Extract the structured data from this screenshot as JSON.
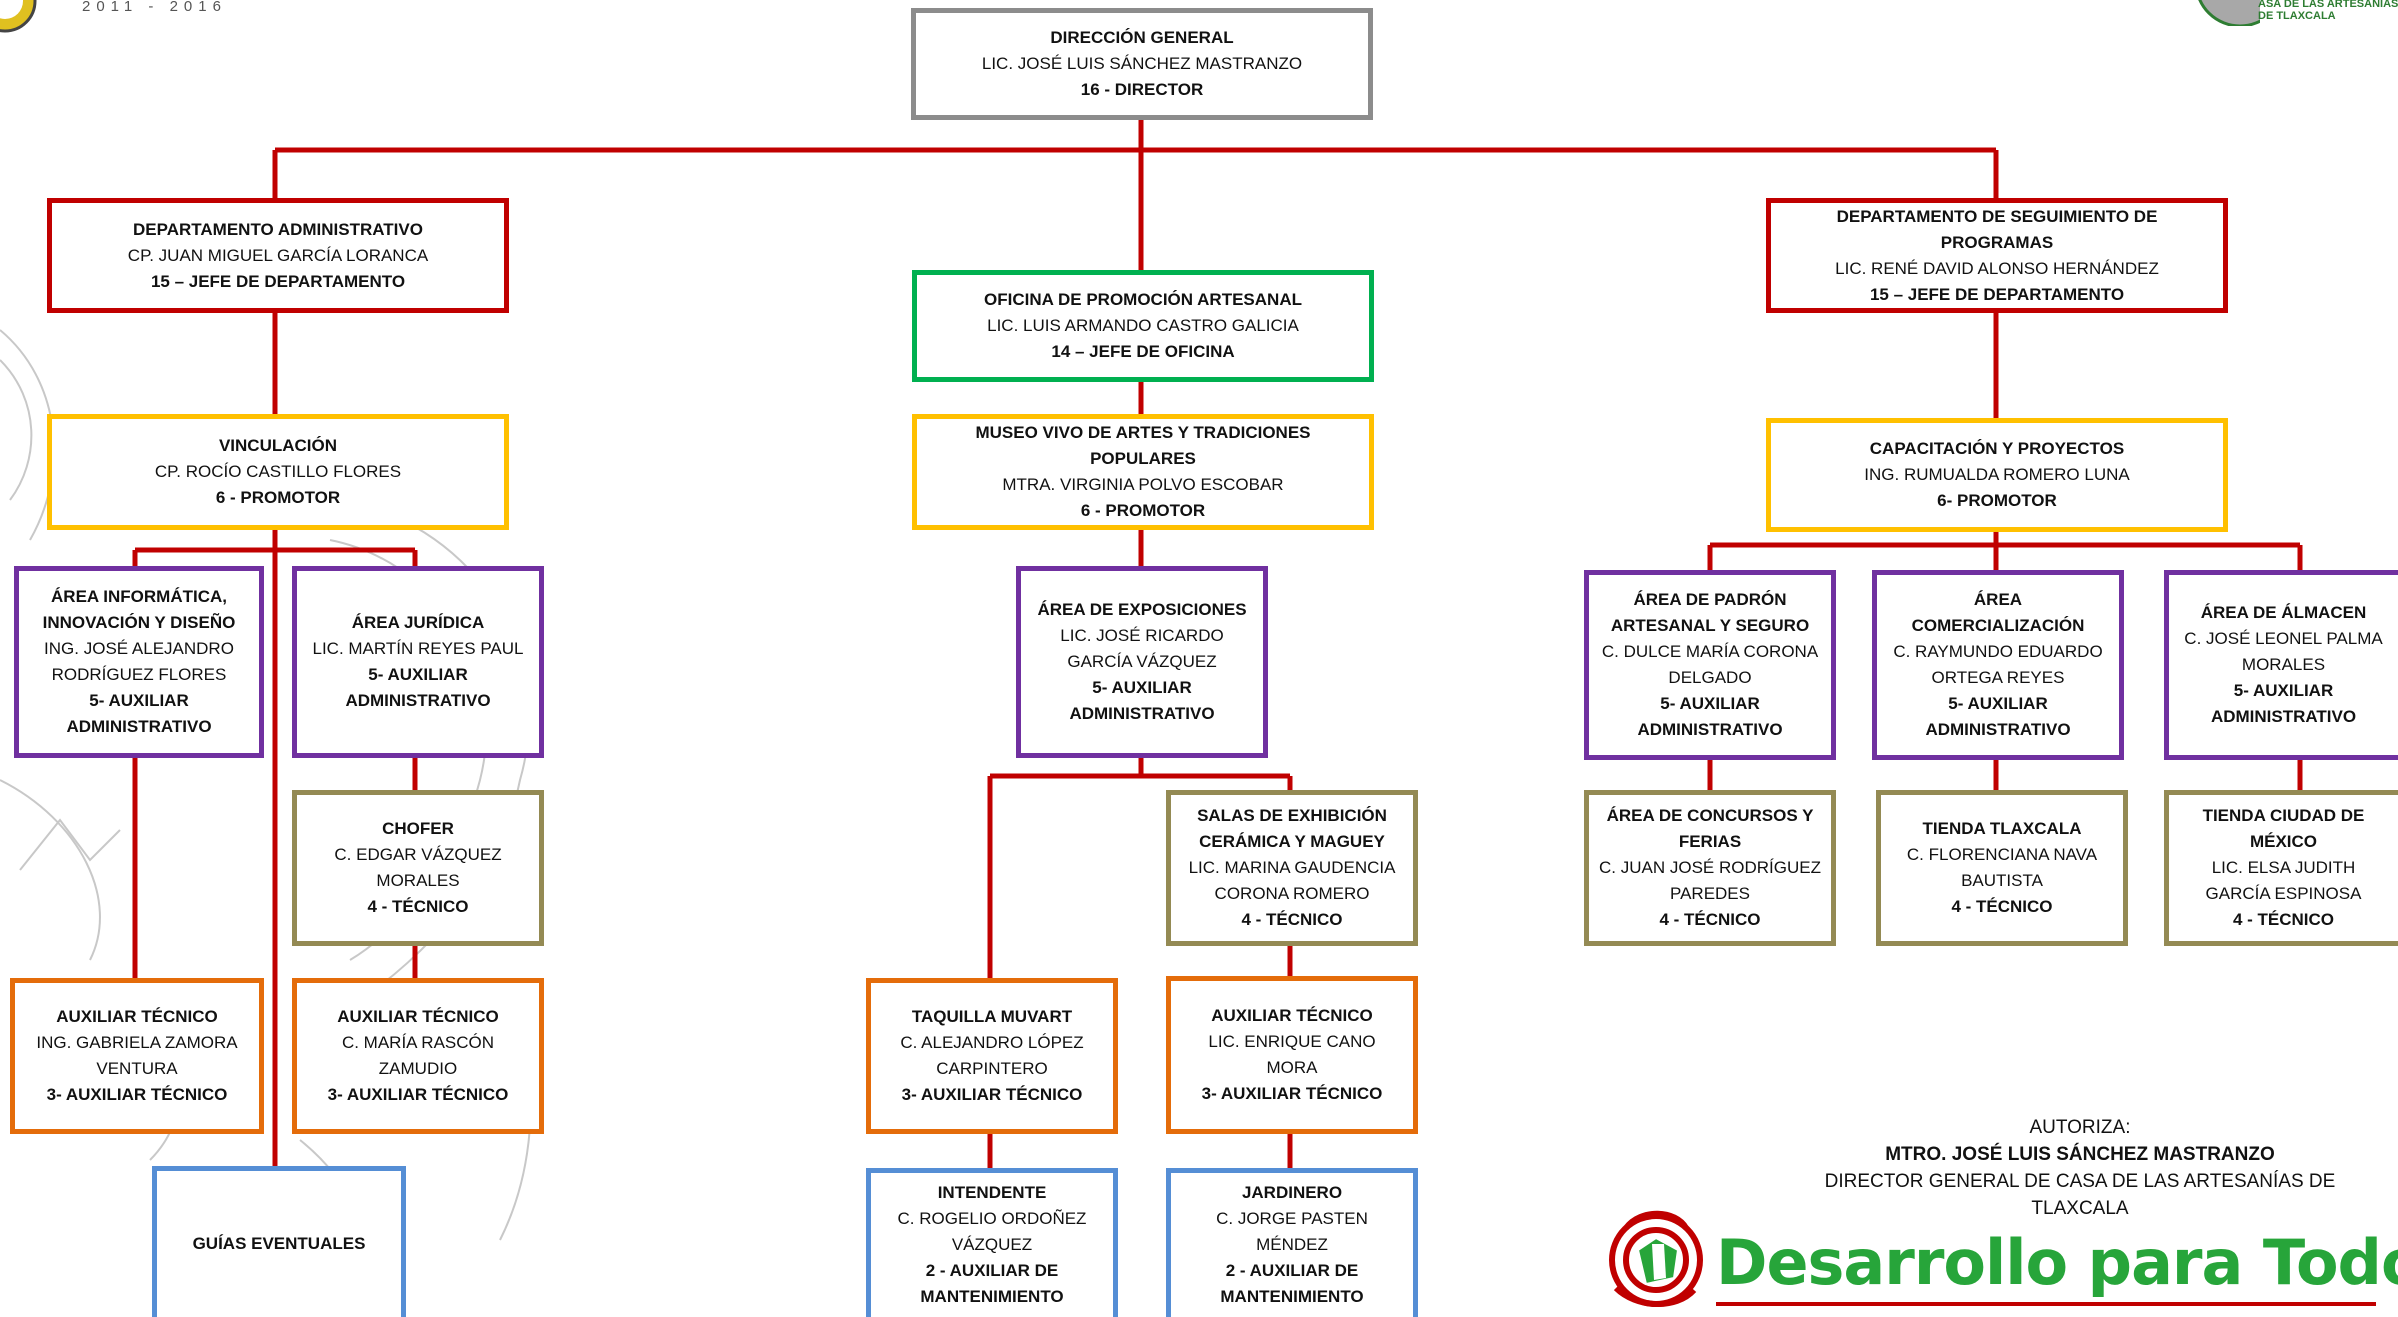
{
  "header": {
    "years": "2011 - 2016",
    "logo_right_text": "ASA DE LAS ARTESANÍAS\nDE TLAXCALA"
  },
  "boxes": {
    "direccion": {
      "title": "DIRECCIÓN GENERAL",
      "name": "LIC. JOSÉ LUIS SÁNCHEZ MASTRANZO",
      "position": "16 - DIRECTOR",
      "color": "#8c8c8c"
    },
    "dep_admin": {
      "title": "DEPARTAMENTO ADMINISTRATIVO",
      "name": "CP. JUAN MIGUEL GARCÍA LORANCA",
      "position": "15 – JEFE DE DEPARTAMENTO",
      "color": "#c00000"
    },
    "oficina_promocion": {
      "title": "OFICINA DE PROMOCIÓN ARTESANAL",
      "name": "LIC. LUIS ARMANDO CASTRO GALICIA",
      "position": "14 – JEFE DE OFICINA",
      "color": "#00b050"
    },
    "dep_seguimiento": {
      "title": "DEPARTAMENTO DE SEGUIMIENTO DE PROGRAMAS",
      "name": "LIC. RENÉ DAVID ALONSO HERNÁNDEZ",
      "position": "15 – JEFE DE DEPARTAMENTO",
      "color": "#c00000"
    },
    "vinculacion": {
      "title": "VINCULACIÓN",
      "name": "CP. ROCÍO CASTILLO FLORES",
      "position": "6 - PROMOTOR",
      "color": "#ffc000"
    },
    "museo": {
      "title": "MUSEO VIVO DE ARTES Y TRADICIONES POPULARES",
      "name": "MTRA. VIRGINIA POLVO ESCOBAR",
      "position": "6 - PROMOTOR",
      "color": "#ffc000"
    },
    "capacitacion": {
      "title": "CAPACITACIÓN Y PROYECTOS",
      "name": "ING. RUMUALDA ROMERO LUNA",
      "position": "6- PROMOTOR",
      "color": "#ffc000"
    },
    "area_informatica": {
      "title": "ÁREA INFORMÁTICA, INNOVACIÓN Y DISEÑO",
      "name": "ING. JOSÉ ALEJANDRO RODRÍGUEZ FLORES",
      "position": "5- AUXILIAR ADMINISTRATIVO",
      "color": "#7030a0"
    },
    "area_juridica": {
      "title": "ÁREA JURÍDICA",
      "name": "LIC. MARTÍN REYES PAUL",
      "position": "5- AUXILIAR ADMINISTRATIVO",
      "color": "#7030a0"
    },
    "area_exposiciones": {
      "title": "ÁREA DE EXPOSICIONES",
      "name": "LIC. JOSÉ RICARDO GARCÍA VÁZQUEZ",
      "position": "5- AUXILIAR ADMINISTRATIVO",
      "color": "#7030a0"
    },
    "area_padron": {
      "title": "ÁREA DE PADRÓN ARTESANAL Y SEGURO",
      "name": "C. DULCE MARÍA CORONA DELGADO",
      "position": "5- AUXILIAR ADMINISTRATIVO",
      "color": "#7030a0"
    },
    "area_comercializacion": {
      "title": "ÁREA COMERCIALIZACIÓN",
      "name": "C. RAYMUNDO EDUARDO ORTEGA REYES",
      "position": "5- AUXILIAR ADMINISTRATIVO",
      "color": "#7030a0"
    },
    "area_almacen": {
      "title": "ÁREA DE ÁLMACEN",
      "name": "C. JOSÉ LEONEL PALMA MORALES",
      "position": "5- AUXILIAR ADMINISTRATIVO",
      "color": "#7030a0"
    },
    "chofer": {
      "title": "CHOFER",
      "name": "C. EDGAR VÁZQUEZ MORALES",
      "position": "4 - TÉCNICO",
      "color": "#948a54"
    },
    "salas_exhibicion": {
      "title": "SALAS DE EXHIBICIÓN CERÁMICA Y MAGUEY",
      "name": "LIC. MARINA GAUDENCIA CORONA ROMERO",
      "position": "4 - TÉCNICO",
      "color": "#948a54"
    },
    "area_concursos": {
      "title": "ÁREA DE CONCURSOS Y FERIAS",
      "name": "C. JUAN JOSÉ RODRÍGUEZ PAREDES",
      "position": "4 - TÉCNICO",
      "color": "#948a54"
    },
    "tienda_tlaxcala": {
      "title": "TIENDA TLAXCALA",
      "name": "C. FLORENCIANA NAVA BAUTISTA",
      "position": "4 - TÉCNICO",
      "color": "#948a54"
    },
    "tienda_mexico": {
      "title": "TIENDA CIUDAD DE MÉXICO",
      "name": "LIC. ELSA JUDITH GARCÍA ESPINOSA",
      "position": "4 - TÉCNICO",
      "color": "#948a54"
    },
    "aux_tecnico_1": {
      "title": "AUXILIAR TÉCNICO",
      "name": "ING. GABRIELA ZAMORA VENTURA",
      "position": "3- AUXILIAR TÉCNICO",
      "color": "#e46c0a"
    },
    "aux_tecnico_2": {
      "title": "AUXILIAR TÉCNICO",
      "name": "C. MARÍA RASCÓN ZAMUDIO",
      "position": "3- AUXILIAR TÉCNICO",
      "color": "#e46c0a"
    },
    "taquilla": {
      "title": "TAQUILLA MUVART",
      "name": "C. ALEJANDRO LÓPEZ CARPINTERO",
      "position": "3- AUXILIAR TÉCNICO",
      "color": "#e46c0a"
    },
    "aux_tecnico_3": {
      "title": "AUXILIAR TÉCNICO",
      "name": "LIC. ENRIQUE CANO MORA",
      "position": "3- AUXILIAR TÉCNICO",
      "color": "#e46c0a"
    },
    "guias": {
      "title": "GUÍAS EVENTUALES",
      "name": "",
      "position": "",
      "color": "#558ed5"
    },
    "intendente": {
      "title": "INTENDENTE",
      "name": "C. ROGELIO ORDOÑEZ VÁZQUEZ",
      "position": "2 - AUXILIAR DE MANTENIMIENTO",
      "color": "#558ed5"
    },
    "jardinero": {
      "title": "JARDINERO",
      "name": "C. JORGE PASTEN MÉNDEZ",
      "position": "2 - AUXILIAR DE MANTENIMIENTO",
      "color": "#558ed5"
    }
  },
  "authorization": {
    "label": "AUTORIZA:",
    "name": "MTRO. JOSÉ LUIS SÁNCHEZ MASTRANZO",
    "role": "DIRECTOR GENERAL DE CASA DE LAS ARTESANÍAS DE TLAXCALA"
  },
  "brand": {
    "slogan": "Desarrollo para Todos"
  }
}
